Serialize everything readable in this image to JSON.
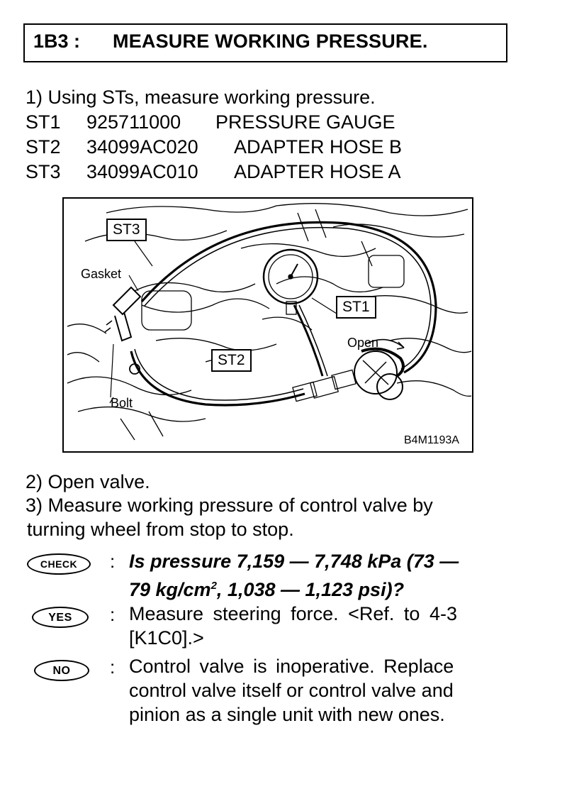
{
  "section": {
    "number": "1B3 :",
    "title": "MEASURE WORKING PRESSURE."
  },
  "step1": {
    "text": "1) Using STs, measure working pressure.",
    "tools": [
      {
        "id": "ST1",
        "part": "925711000",
        "name": "PRESSURE GAUGE"
      },
      {
        "id": "ST2",
        "part": "34099AC020",
        "name": "ADAPTER HOSE B"
      },
      {
        "id": "ST3",
        "part": "34099AC010",
        "name": "ADAPTER HOSE A"
      }
    ]
  },
  "figure": {
    "labels": {
      "st3": "ST3",
      "st1": "ST1",
      "st2": "ST2",
      "gasket": "Gasket",
      "open": "Open",
      "bolt": "Bolt",
      "code": "B4M1193A"
    }
  },
  "step2": {
    "text": "2) Open valve."
  },
  "step3": {
    "line1": "3) Measure working pressure of control valve by",
    "line2": "turning wheel from stop to stop."
  },
  "check": {
    "badge": "CHECK",
    "line1": "Is pressure 7,159 — 7,748 kPa (73 —",
    "line2_a": "79 kg/cm",
    "line2_sup": "2",
    "line2_b": ", 1,038 — 1,123 psi)?"
  },
  "yes": {
    "badge": "YES",
    "line1": "Measure steering force. <Ref. to 4-3",
    "line2": "[K1C0].>"
  },
  "no": {
    "badge": "NO",
    "line1": "Control valve is inoperative. Replace",
    "line2": "control valve itself or control valve and",
    "line3": "pinion as a single unit with new ones."
  },
  "colon": ":"
}
